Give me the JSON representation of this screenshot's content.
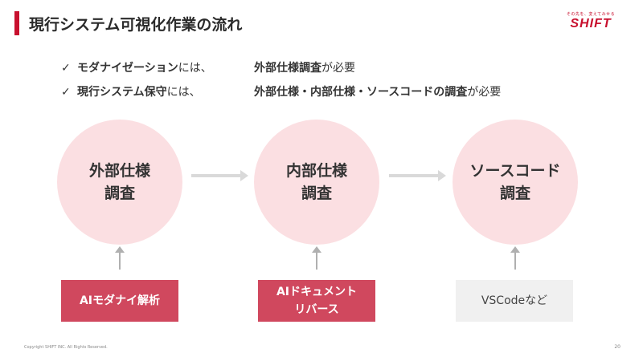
{
  "slide": {
    "title": "現行システム可視化作業の流れ"
  },
  "logo": {
    "tagline": "その先を、変えてみせる",
    "wordmark": "SHIFT"
  },
  "bullets": [
    {
      "check": "✓",
      "subject": "モダナイゼーション",
      "connector": "には、",
      "target": "外部仕様調査",
      "suffix": "が必要"
    },
    {
      "check": "✓",
      "subject": "現行システム保守",
      "connector": "には、",
      "target": "外部仕様・内部仕様・ソースコードの調査",
      "suffix": "が必要"
    }
  ],
  "steps": [
    {
      "label": "外部仕様\n調査",
      "tool": "AIモダナイ解析"
    },
    {
      "label": "内部仕様\n調査",
      "tool": "AIドキュメント\nリバース"
    },
    {
      "label": "ソースコード\n調査",
      "tool": "VSCodeなど"
    }
  ],
  "footer": {
    "copyright": "Copyright SHIFT INC. All Rights Reserved.",
    "page": "20"
  },
  "colors": {
    "accent": "#c8102e",
    "circle_fill": "#fbdfe2",
    "tool_red": "#d0485e",
    "tool_gray": "#f0f0f0",
    "arrow": "#d9d9d9"
  }
}
